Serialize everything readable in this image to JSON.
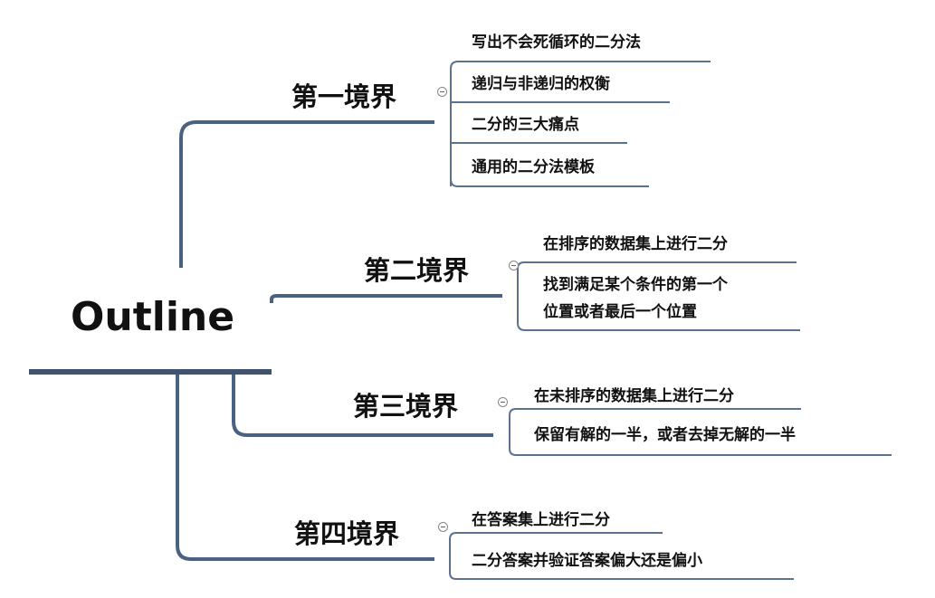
{
  "root": {
    "label": "Outline"
  },
  "branches": [
    {
      "label": "第一境界",
      "items": [
        "写出不会死循环的二分法",
        "递归与非递归的权衡",
        "二分的三大痛点",
        "通用的二分法模板"
      ]
    },
    {
      "label": "第二境界",
      "items": [
        "在排序的数据集上进行二分",
        "找到满足某个条件的第一个\n位置或者最后一个位置"
      ]
    },
    {
      "label": "第三境界",
      "items": [
        "在未排序的数据集上进行二分",
        "保留有解的一半，或者去掉无解的一半"
      ]
    },
    {
      "label": "第四境界",
      "items": [
        "在答案集上进行二分",
        "二分答案并验证答案偏大还是偏小"
      ]
    }
  ],
  "colors": {
    "branch_line": "#3e536e",
    "leaf_line": "#4d6583",
    "text": "#111111"
  }
}
